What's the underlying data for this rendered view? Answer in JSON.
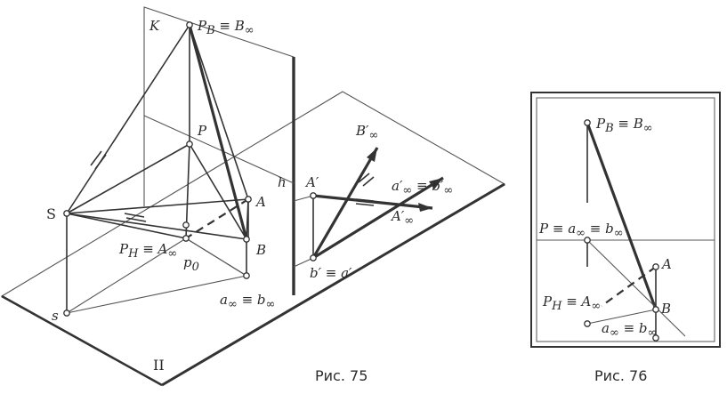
{
  "figure_75": {
    "caption": "Рис. 75",
    "labels": {
      "K": "K",
      "P_B": "P",
      "P_B_sub": "B",
      "P_B_rest": " ≡ B",
      "P": "P",
      "S": "S",
      "s": "s",
      "A": "A",
      "B": "B",
      "h": "h",
      "P_H": "P",
      "P_H_sub": "H",
      "P_H_rest": " ≡ A",
      "p0": "p",
      "p0_sub": "0",
      "a_b": "a",
      "a_b_rest": " ≡ b",
      "H_plane": "II",
      "A_prime": "A′",
      "B_prime_inf": "B′",
      "a_b_prime_inf": "a′",
      "a_b_prime_inf_rest": " ≡ b′",
      "A_prime_inf": "A′",
      "b_a_prime": "b′ ≡ a′",
      "inf": "∞"
    }
  },
  "figure_76": {
    "caption": "Рис. 76",
    "labels": {
      "P_B": "P",
      "P_B_sub": "B",
      "P_B_rest": " ≡ B",
      "P_eq": "P ≡ a",
      "P_eq_rest": " ≡ b",
      "A": "A",
      "B": "B",
      "P_H": "P",
      "P_H_sub": "H",
      "P_H_rest": " ≡ A",
      "a_b": "a",
      "a_b_rest": " ≡ b",
      "inf": "∞"
    }
  },
  "colors": {
    "ink": "#333333",
    "paper": "#ffffff"
  }
}
